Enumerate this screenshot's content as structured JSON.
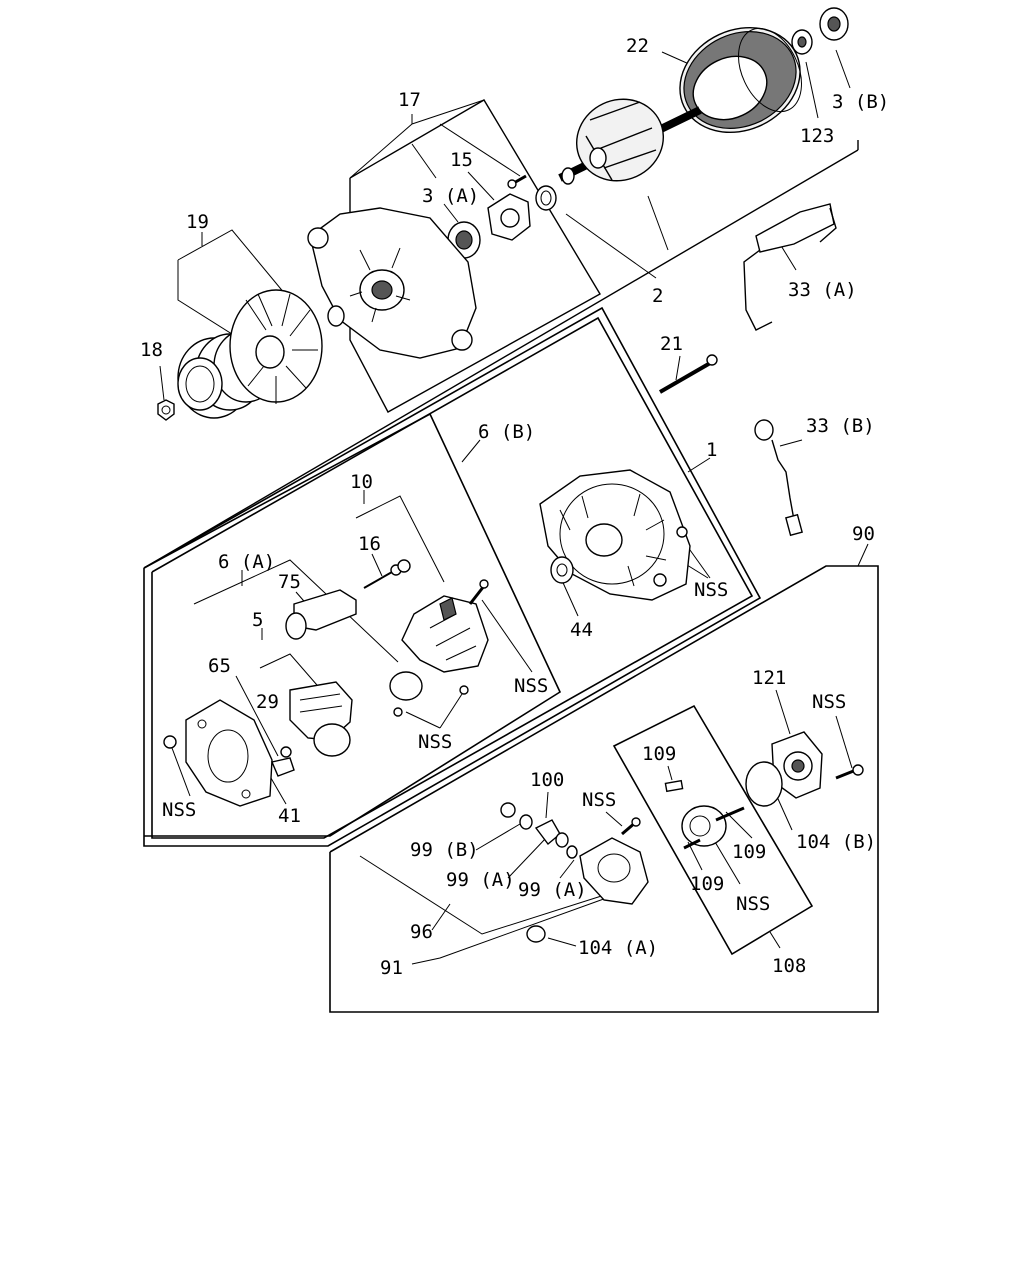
{
  "callouts": {
    "c1": "1",
    "c2": "2",
    "c3a": "3 (A)",
    "c3b": "3 (B)",
    "c5": "5",
    "c6a": "6 (A)",
    "c6b": "6 (B)",
    "c10": "10",
    "c15": "15",
    "c16": "16",
    "c17": "17",
    "c18": "18",
    "c19": "19",
    "c21": "21",
    "c22": "22",
    "c29": "29",
    "c33a": "33 (A)",
    "c33b": "33 (B)",
    "c41": "41",
    "c44": "44",
    "c65": "65",
    "c75": "75",
    "c90": "90",
    "c91": "91",
    "c96": "96",
    "c99a1": "99 (A)",
    "c99a2": "99 (A)",
    "c99b": "99 (B)",
    "c100": "100",
    "c104a": "104 (A)",
    "c104b": "104 (B)",
    "c108": "108",
    "c109a": "109",
    "c109b": "109",
    "c109c": "109",
    "c121": "121",
    "c123": "123",
    "nss1": "NSS",
    "nss2": "NSS",
    "nss3": "NSS",
    "nss4": "NSS",
    "nss5": "NSS",
    "nss6": "NSS",
    "nss7": "NSS"
  }
}
